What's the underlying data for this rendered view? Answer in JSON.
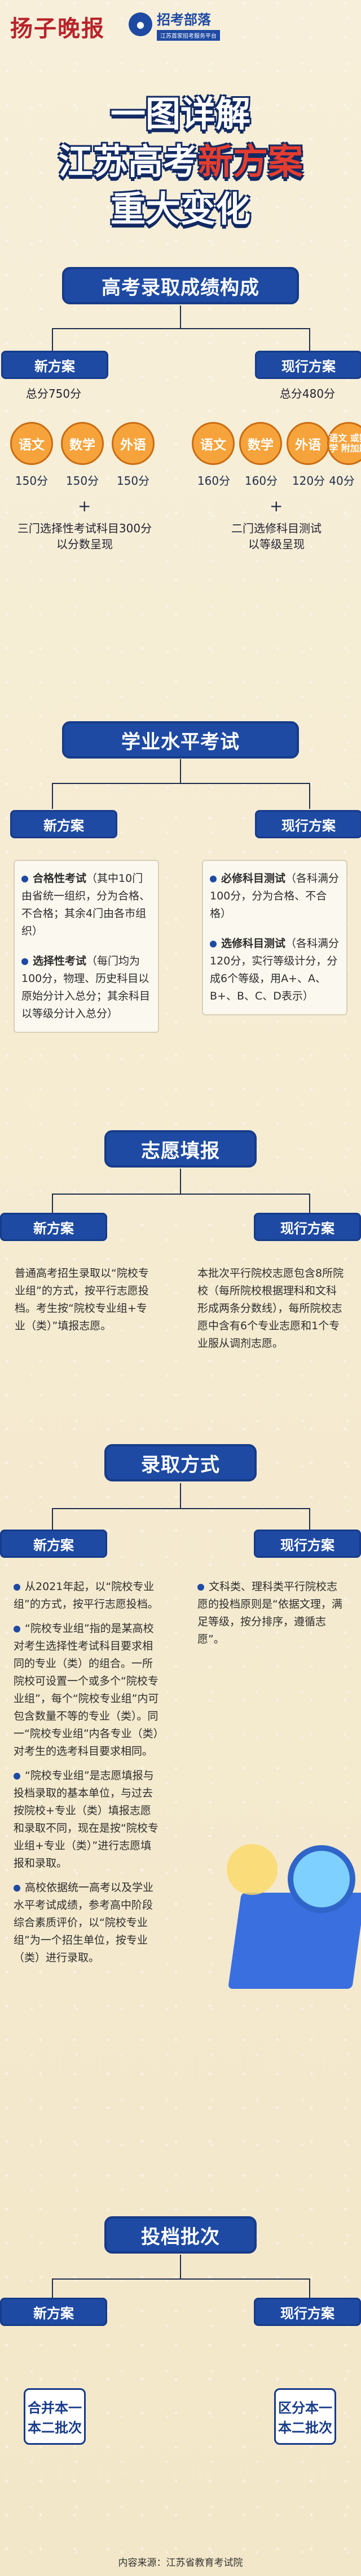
{
  "branding": {
    "logo": "扬子晚报",
    "secondary": "招考部落",
    "secondary_sub": "江苏首家招考服务平台"
  },
  "hero": {
    "line1": "一图详解",
    "line2": "江苏高考新方案",
    "line3": "重大变化"
  },
  "sections": [
    {
      "title": "高考录取成绩构成"
    },
    {
      "title": "学业水平考试"
    },
    {
      "title": "志愿填报"
    },
    {
      "title": "录取方式"
    },
    {
      "title": "投档批次"
    }
  ],
  "score": {
    "new_label": "新方案",
    "new_total": "总分750分",
    "old_label": "现行方案",
    "old_total": "总分480分",
    "new_items": [
      "语文",
      "数学",
      "外语"
    ],
    "new_values": [
      "150分",
      "150分",
      "150分"
    ],
    "new_note_line1": "三门选择性考试科目300分",
    "new_note_line2": "以分数呈现",
    "old_items": [
      "语文",
      "数学",
      "外语",
      "语文\n或数学\n附加题"
    ],
    "old_values": [
      "160分",
      "160分",
      "120分",
      "40分"
    ],
    "old_note_line1": "二门选修科目测试",
    "old_note_line2": "以等级呈现"
  },
  "academic": {
    "new_label": "新方案",
    "old_label": "现行方案",
    "new_items": [
      {
        "title": "合格性考试",
        "text": "（其中10门由省统一组织，分为合格、不合格；其余4门由各市组织）"
      },
      {
        "title": "选择性考试",
        "text": "（每门均为100分，物理、历史科目以原始分计入总分；其余科目以等级分计入总分）"
      }
    ],
    "old_items": [
      {
        "title": "必修科目测试",
        "text": "（各科满分100分，分为合格、不合格）"
      },
      {
        "title": "选修科目测试",
        "text": "（各科满分120分，实行等级计分，分成6个等级，用A+、A、B+、B、C、D表示）"
      }
    ]
  },
  "volunteer": {
    "new_label": "新方案",
    "old_label": "现行方案",
    "new_text": "普通高考招生录取以“院校专业组”的方式，按平行志愿投档。考生按“院校专业组+专业（类）”填报志愿。",
    "old_text": "本批次平行院校志愿包含8所院校（每所院校根据理科和文科形成两条分数线），每所院校志愿中含有6个专业志愿和1个专业服从调剂志愿。"
  },
  "admission": {
    "new_label": "新方案",
    "old_label": "现行方案",
    "new_items": [
      "从2021年起，以“院校专业组”的方式，按平行志愿投档。",
      "“院校专业组”指的是某高校对考生选择性考试科目要求相同的专业（类）的组合。一所院校可设置一个或多个“院校专业组”，每个“院校专业组”内可包含数量不等的专业（类）。同一“院校专业组”内各专业（类）对考生的选考科目要求相同。",
      "“院校专业组”是志愿填报与投档录取的基本单位，与过去按院校+专业（类）填报志愿和录取不同，现在是按“院校专业组+专业（类）”进行志愿填报和录取。",
      "高校依据统一高考以及学业水平考试成绩，参考高中阶段综合素质评价，以“院校专业组”为一个招生单位，按专业（类）进行录取。"
    ],
    "old_items": [
      "文科类、理科类平行院校志愿的投档原则是“依据文理，满足等级，按分排序，遵循志愿”。"
    ]
  },
  "batch": {
    "new_label": "新方案",
    "old_label": "现行方案",
    "new_card": "合并本一\n本二批次",
    "old_card": "区分本一\n本二批次"
  },
  "footer": {
    "source": "内容来源：江苏省教育考试院"
  }
}
